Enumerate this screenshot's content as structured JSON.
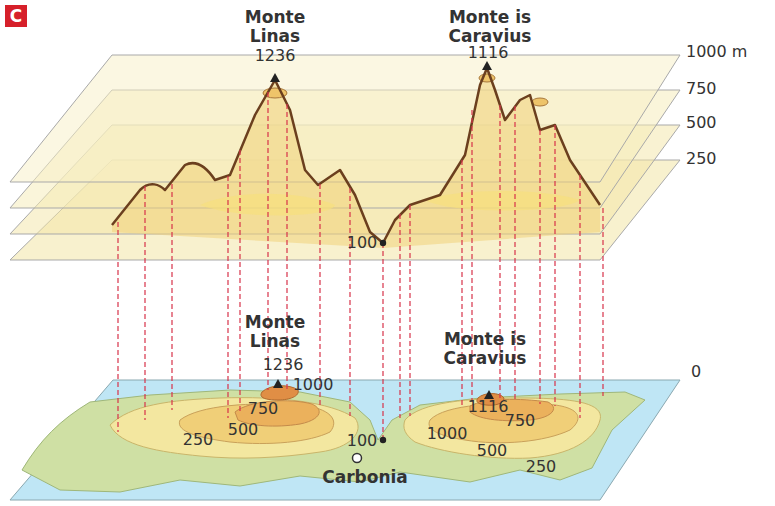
{
  "diagram": {
    "labels": [
      "C",
      "Monte Linas",
      "1236",
      "Monte is Caravius",
      "1116",
      "1000 m",
      "750",
      "500",
      "250",
      "100",
      "Monte Linas",
      "1236",
      "1000",
      "750",
      "500",
      "250",
      "100",
      "Carbonia",
      "Monte is Caravius",
      "1116",
      "1000",
      "750",
      "500",
      "250",
      "0"
    ]
  }
}
